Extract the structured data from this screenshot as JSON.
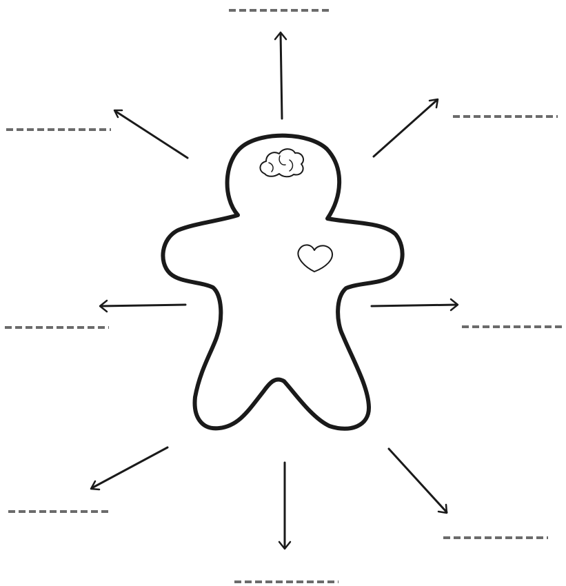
{
  "diagram": {
    "figure": "gingerbread-person",
    "icons": [
      "brain-icon",
      "heart-icon"
    ],
    "colors": {
      "ink": "#1a1a1a",
      "blank_line": "#6b6b6b",
      "background": "#ffffff"
    },
    "label_slots": [
      {
        "id": "top",
        "text": ""
      },
      {
        "id": "upper-left",
        "text": ""
      },
      {
        "id": "upper-right",
        "text": ""
      },
      {
        "id": "left",
        "text": ""
      },
      {
        "id": "right",
        "text": ""
      },
      {
        "id": "lower-left",
        "text": ""
      },
      {
        "id": "bottom",
        "text": ""
      },
      {
        "id": "lower-right",
        "text": ""
      }
    ]
  }
}
